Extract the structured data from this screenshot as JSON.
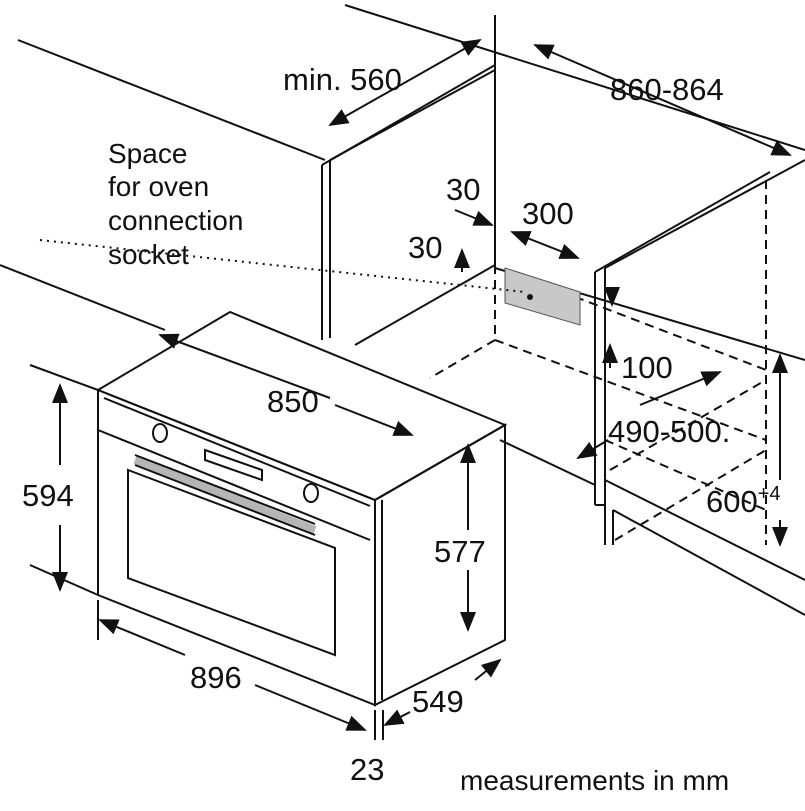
{
  "dimensions": {
    "min_width": "min. 560",
    "niche_width": "860-864",
    "socket_offset_top": "30",
    "socket_width": "300",
    "socket_offset_side": "30",
    "gap_100": "100",
    "oven_width_body": "850",
    "niche_depth": "490-500.",
    "oven_height": "594",
    "niche_height": "600",
    "niche_height_tolerance": "+4",
    "body_height": "577",
    "oven_width": "896",
    "oven_depth": "549",
    "front_thickness": "23"
  },
  "notes": {
    "socket_lines": [
      "Space",
      "for oven",
      "connection",
      "socket"
    ],
    "units": "measurements in mm"
  },
  "colors": {
    "line": "#111111",
    "socket": "#c8c8c8",
    "handle": "#b5b5b5"
  }
}
